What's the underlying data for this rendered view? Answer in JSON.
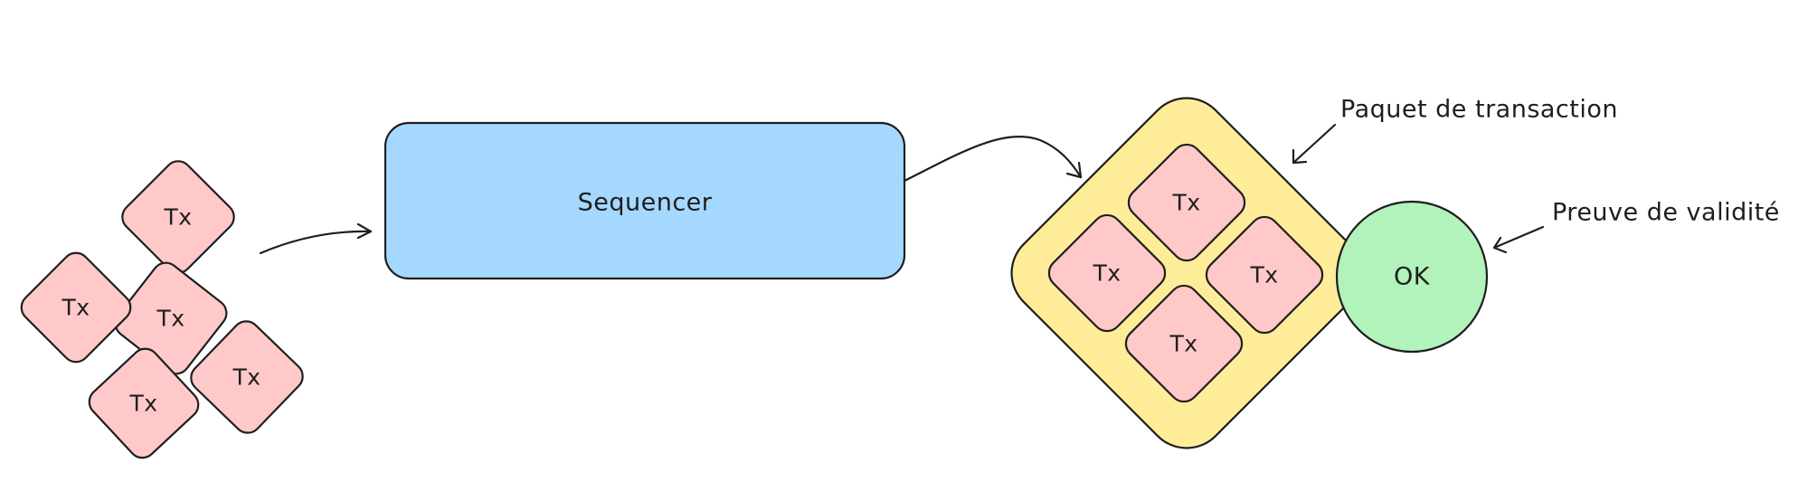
{
  "diagram": {
    "transaction_label": "Tx",
    "sequencer_label": "Sequencer",
    "proof_label": "OK",
    "annotation_batch": "Paquet de transaction",
    "annotation_proof": "Preuve de validité"
  },
  "colors": {
    "transaction_fill": "#ffc9c9",
    "sequencer_fill": "#a5d8ff",
    "batch_fill": "#ffec99",
    "proof_fill": "#b2f2bb",
    "stroke": "#1e1e1e"
  }
}
